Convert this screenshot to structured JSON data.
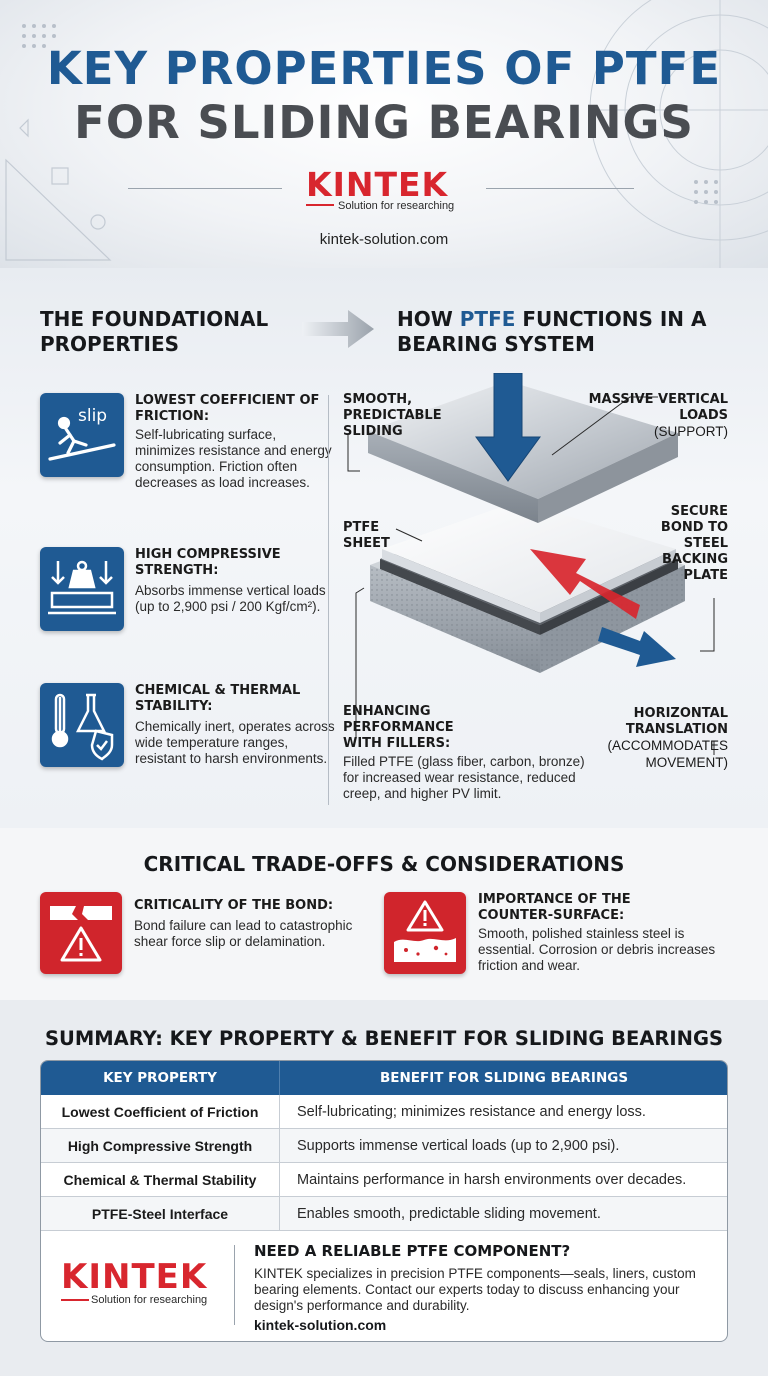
{
  "header": {
    "title_line1": "KEY PROPERTIES OF PTFE",
    "title_line2": "FOR SLIDING BEARINGS",
    "logo": {
      "word": "KINTEK",
      "tagline": "Solution for researching"
    },
    "website": "kintek-solution.com"
  },
  "foundational": {
    "heading": "THE FOUNDATIONAL PROPERTIES",
    "items": [
      {
        "icon": "slip-icon",
        "icon_text": "slip",
        "title": "LOWEST COEFFICIENT OF FRICTION:",
        "description": "Self-lubricating surface, minimizes resistance and energy consumption. Friction often decreases as load increases."
      },
      {
        "icon": "compression-weight-icon",
        "title": "HIGH COMPRESSIVE STRENGTH:",
        "description": "Absorbs immense vertical loads (up to 2,900 psi / 200 Kgf/cm²)."
      },
      {
        "icon": "thermometer-flask-shield-icon",
        "title": "CHEMICAL & THERMAL STABILITY:",
        "description": "Chemically inert, operates across wide temperature ranges, resistant to harsh environments."
      }
    ]
  },
  "functions": {
    "heading_pre": "HOW ",
    "heading_highlight": "PTFE",
    "heading_post": " FUNCTIONS IN A BEARING SYSTEM",
    "labels": {
      "smooth": "SMOOTH, PREDICTABLE SLIDING",
      "massive": "MASSIVE VERTICAL LOADS",
      "massive_sub": "(SUPPORT)",
      "ptfe_sheet": "PTFE SHEET",
      "secure": "SECURE BOND TO STEEL BACKING PLATE",
      "enhancing": "ENHANCING PERFORMANCE WITH FILLERS:",
      "enhancing_desc": "Filled PTFE (glass fiber, carbon, bronze) for increased wear resistance, reduced creep, and higher PV limit.",
      "horizontal": "HORIZONTAL TRANSLATION",
      "horizontal_sub": "(ACCOMMODATES MOVEMENT)"
    },
    "colors": {
      "load_arrow": "#1f5a93",
      "slide_arrow": "#d8262e"
    }
  },
  "tradeoffs": {
    "heading": "CRITICAL TRADE-OFFS & CONSIDERATIONS",
    "items": [
      {
        "icon": "broken-bond-warning-icon",
        "title": "CRITICALITY OF THE BOND:",
        "description": "Bond failure can lead to catastrophic shear force slip or delamination."
      },
      {
        "icon": "surface-debris-warning-icon",
        "title": "IMPORTANCE OF THE COUNTER-SURFACE:",
        "description": "Smooth, polished stainless steel is essential. Corrosion or debris increases friction and wear."
      }
    ]
  },
  "summary": {
    "heading": "SUMMARY: KEY PROPERTY & BENEFIT FOR SLIDING BEARINGS",
    "columns": [
      "KEY PROPERTY",
      "BENEFIT FOR SLIDING BEARINGS"
    ],
    "rows": [
      [
        "Lowest Coefficient of Friction",
        "Self-lubricating; minimizes resistance and energy loss."
      ],
      [
        "High Compressive Strength",
        "Supports immense vertical loads (up to 2,900 psi)."
      ],
      [
        "Chemical & Thermal Stability",
        "Maintains performance in harsh environments over decades."
      ],
      [
        "PTFE-Steel Interface",
        "Enables smooth, predictable sliding movement."
      ]
    ]
  },
  "cta": {
    "logo_word": "KINTEK",
    "logo_tagline": "Solution for researching",
    "title": "NEED A RELIABLE PTFE COMPONENT?",
    "description": "KINTEK specializes in precision PTFE components—seals, liners, custom bearing elements. Contact our experts today to discuss enhancing your design's performance and durability.",
    "website": "kintek-solution.com"
  },
  "colors": {
    "brand_blue": "#1f5a93",
    "brand_red": "#d8262e",
    "warning_red": "#d0252c"
  }
}
